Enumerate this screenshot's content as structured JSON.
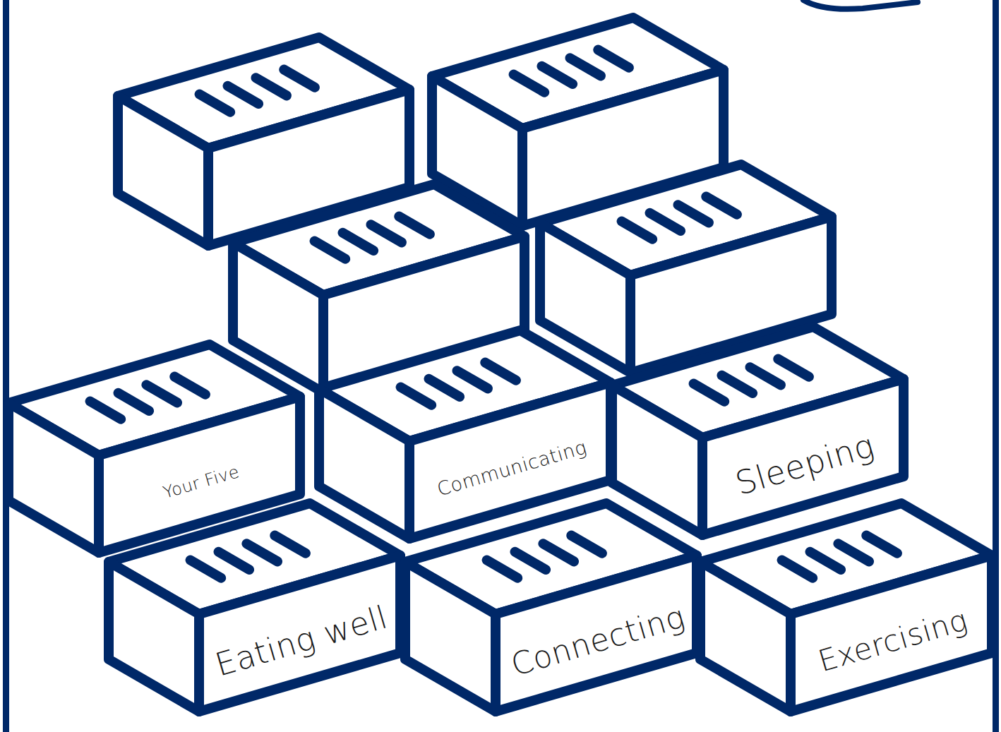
{
  "diagram": {
    "nodes": [
      {
        "text": [
          "Your Five"
        ]
      },
      {
        "text": [
          "Communicating"
        ]
      },
      {
        "text": [
          "Sleeping"
        ]
      },
      {
        "text": [
          "Eating well"
        ]
      },
      {
        "text": [
          "Connecting"
        ]
      },
      {
        "text": [
          "Exercising"
        ]
      }
    ]
  }
}
